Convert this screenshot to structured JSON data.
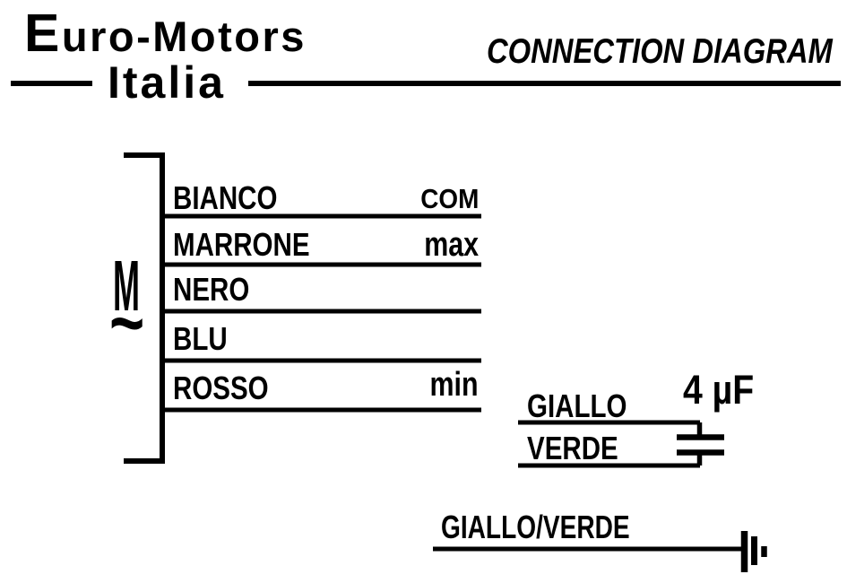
{
  "header": {
    "brand_line1": "Euro-Motors",
    "brand_line2": "Italia",
    "title": "CONNECTION DIAGRAM"
  },
  "motor": {
    "symbol": "M",
    "ac_symbol": "~"
  },
  "wires": [
    {
      "name": "BIANCO",
      "terminal": "COM"
    },
    {
      "name": "MARRONE",
      "terminal": "max"
    },
    {
      "name": "NERO",
      "terminal": ""
    },
    {
      "name": "BLU",
      "terminal": ""
    },
    {
      "name": "ROSSO",
      "terminal": "min"
    }
  ],
  "capacitor": {
    "value": "4 µF",
    "top_wire": "GIALLO",
    "bottom_wire": "VERDE"
  },
  "ground": {
    "wire_name": "GIALLO/VERDE"
  },
  "colors": {
    "ink": "#000000",
    "paper": "#ffffff"
  }
}
